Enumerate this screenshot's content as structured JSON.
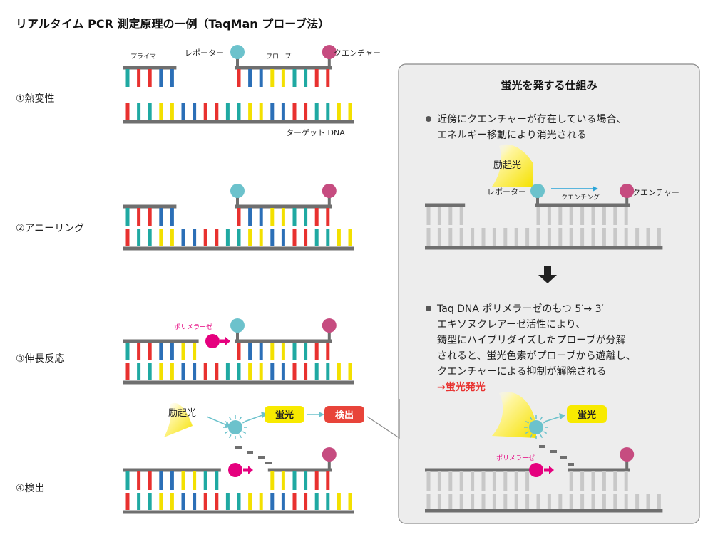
{
  "title": "リアルタイム PCR 測定原理の一例（TaqMan プローブ法）",
  "colors": {
    "red": "#e8312f",
    "blue": "#2b6fb7",
    "teal": "#1fa9a2",
    "yellow": "#f3e000",
    "backbone": "#6f6f6f",
    "reporter": "#6cc2cc",
    "quencher": "#c64c80",
    "polymerase": "#e5007e",
    "panel_bg": "#ededed",
    "panel_border": "#8a8a8a",
    "grey_base": "#c8c8c8",
    "label_fluor_bg": "#f8ea00",
    "label_detect_bg": "#e8443a",
    "accent_text": "#e8312f",
    "quench_arrow": "#2aa4d8"
  },
  "left": {
    "labels": {
      "primer": "プライマー",
      "reporter": "レポーター",
      "probe": "プローブ",
      "quencher": "クエンチャー",
      "target": "ターゲット DNA",
      "polymerase": "ポリメラーゼ",
      "excitation": "励起光",
      "fluorescence": "蛍光",
      "detection": "検出"
    },
    "steps": [
      {
        "label": "①熱変性"
      },
      {
        "label": "②アニーリング"
      },
      {
        "label": "③伸長反応"
      },
      {
        "label": "④検出"
      }
    ]
  },
  "panel": {
    "title": "蛍光を発する仕組み",
    "bullet1": [
      "近傍にクエンチャーが存在している場合、",
      "エネルギー移動により消光される"
    ],
    "excitation": "励起光",
    "reporter": "レポーター",
    "quenching": "クエンチング",
    "quencher": "クエンチャー",
    "bullet2": [
      "Taq DNA ポリメラーゼのもつ 5′→ 3′",
      "エキソヌクレアーゼ活性により、",
      "鋳型にハイブリダイズしたプローブが分解",
      "されると、蛍光色素がプローブから遊離し、",
      "クエンチャーによる抑制が解除される"
    ],
    "result": "→蛍光発光",
    "polymerase": "ポリメラーゼ",
    "fluorescence": "蛍光"
  }
}
